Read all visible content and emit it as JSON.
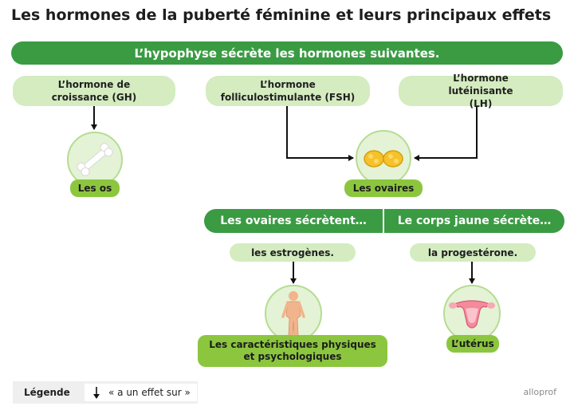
{
  "title": "Les hormones de la puberté féminine et leurs principaux effets",
  "header": "L’hypophyse sécrète les hormones suivantes.",
  "hormones": {
    "gh": "L’hormone de croissance (GH)",
    "fsh": "L’hormone folliculostimulante (FSH)",
    "lh": "L’hormone lutéinisante (LH)"
  },
  "targets": {
    "bones": "Les os",
    "ovaries": "Les ovaires",
    "characteristics": "Les caractéristiques physiques et psychologiques",
    "uterus": "L’utérus"
  },
  "secretion": {
    "ovaries_header": "Les ovaires sécrètent…",
    "corpus_header": "Le corps jaune sécrète…",
    "estrogens": "les estrogènes.",
    "progesterone": "la progestérone."
  },
  "legend": {
    "label": "Légende",
    "arrow_meaning": "« a un effet sur »"
  },
  "brand": "alloprof",
  "colors": {
    "banner": "#3a9b43",
    "pill": "#d4ecc0",
    "tag": "#8cc63f",
    "circle": "#e4f3d5"
  },
  "icons": [
    "bone-icon",
    "ovaries-icon",
    "female-body-icon",
    "uterus-icon",
    "arrow-down-icon"
  ]
}
